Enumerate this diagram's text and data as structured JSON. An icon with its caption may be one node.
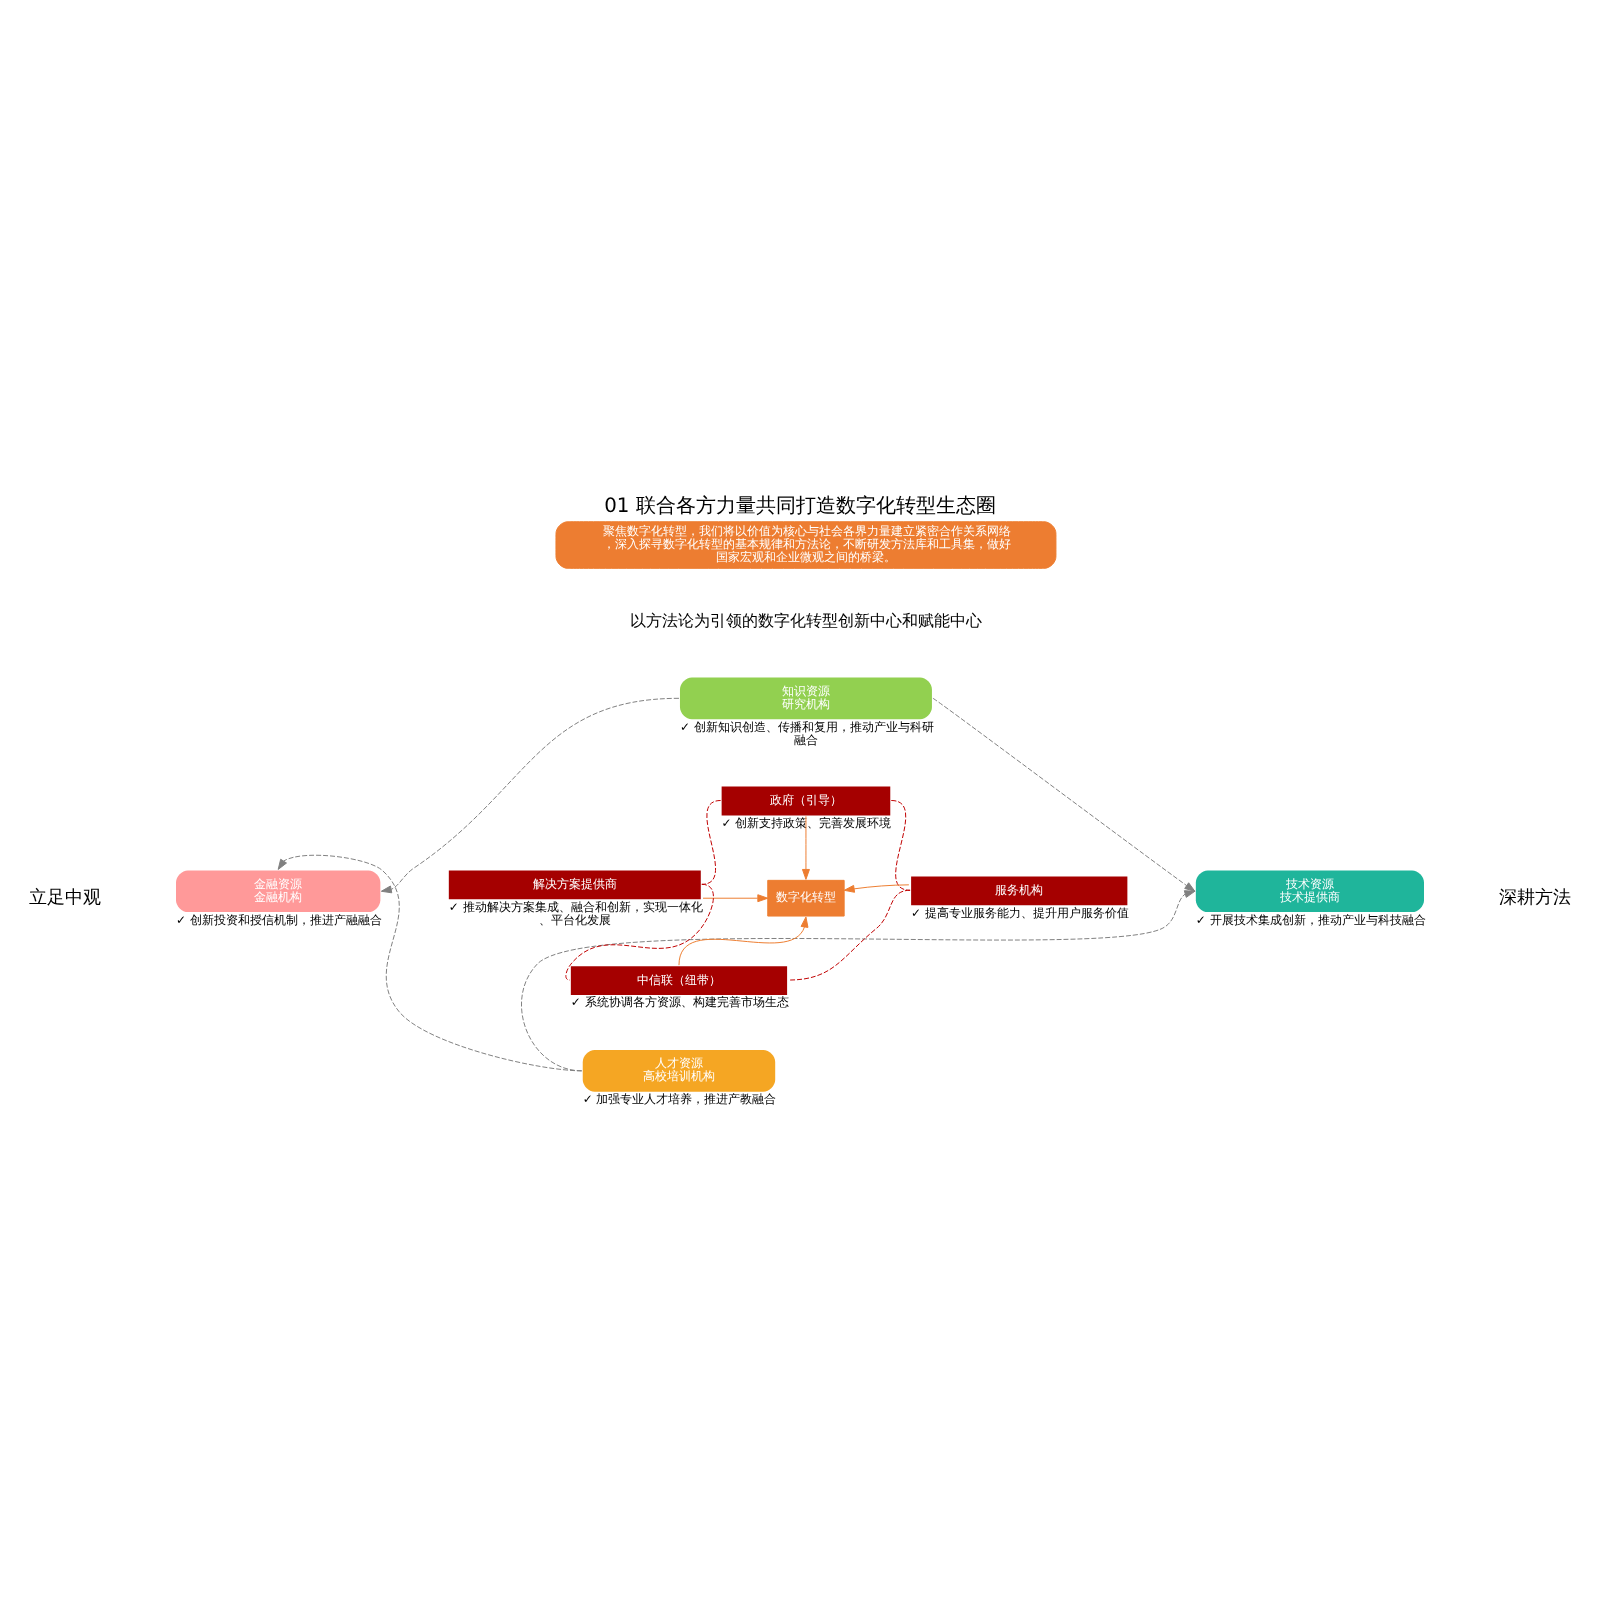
{
  "diagram": {
    "title": "01 联合各方力量共同打造数字化转型生态圈",
    "nodes": [
      {
        "text": [
          "聚焦数字化转型，我们将以价值为核心与社会各界力量建立紧密合作关系网络，深入探寻数字化转型的基本规律和方法论，不断研发方法库和工具集，做好国家宏观和企业微观之间的桥梁。"
        ]
      },
      {
        "text": [
          "知识资源",
          "研究机构"
        ],
        "beside": [
          "✓ 创新知识创造、传播和复用，推动产业与科研融合"
        ]
      },
      {
        "text": [
          "金融资源",
          "金融机构"
        ],
        "beside": [
          "✓ 创新投资和授信机制，推进产融融合"
        ]
      },
      {
        "text": [
          "技术资源",
          "技术提供商"
        ],
        "beside": [
          "✓ 开展技术集成创新，推动产业与科技融合"
        ]
      },
      {
        "text": [
          "人才资源",
          "高校培训机构"
        ],
        "beside": [
          "✓ 加强专业人才培养，推进产教融合"
        ]
      },
      {
        "text": [
          "政府（引导）"
        ],
        "beside": [
          "✓ 创新支持政策、完善发展环境"
        ]
      },
      {
        "text": [
          "解决方案提供商"
        ],
        "beside": [
          "✓ 推动解决方案集成、融合和创新，实现一体化、平台化发展"
        ]
      },
      {
        "text": [
          "数字化转型"
        ]
      },
      {
        "text": [
          "服务机构"
        ],
        "beside": [
          "✓ 提高专业服务能力、提升用户服务价值"
        ]
      },
      {
        "text": [
          "中信联（纽带）"
        ],
        "beside": [
          "✓ 系统协调各方资源、构建完善市场生态"
        ]
      }
    ],
    "edges": [
      {
        "from": 5,
        "to": 7,
        "arrow": "to",
        "color": "#ed7d31"
      },
      {
        "from": 6,
        "to": 7,
        "arrow": "to",
        "color": "#ed7d31"
      },
      {
        "from": 8,
        "to": 7,
        "arrow": "to",
        "color": "#ed7d31"
      },
      {
        "from": 9,
        "to": 7,
        "arrow": "to",
        "color": "#ed7d31"
      },
      {
        "from": 5,
        "to": 6,
        "arrow": "none",
        "style": "dashed",
        "color": "#c00000"
      },
      {
        "from": 5,
        "to": 8,
        "arrow": "none",
        "style": "dashed",
        "color": "#c00000"
      },
      {
        "from": 6,
        "to": 9,
        "arrow": "none",
        "style": "dashed",
        "color": "#c00000"
      },
      {
        "from": 8,
        "to": 9,
        "arrow": "none",
        "style": "dashed",
        "color": "#c00000"
      },
      {
        "from": 1,
        "to": 2,
        "arrow": "to",
        "style": "dashed",
        "color": "#808080"
      },
      {
        "from": 1,
        "to": 3,
        "arrow": "to",
        "style": "dashed",
        "color": "#808080"
      },
      {
        "from": 4,
        "to": 2,
        "arrow": "to",
        "style": "dashed",
        "color": "#808080"
      },
      {
        "from": 4,
        "to": 3,
        "arrow": "to",
        "style": "dashed",
        "color": "#808080"
      }
    ],
    "labels": [
      "以方法论为引领的数字化转型创新中心和赋能中心",
      "立足中观",
      "深耕方法"
    ]
  }
}
